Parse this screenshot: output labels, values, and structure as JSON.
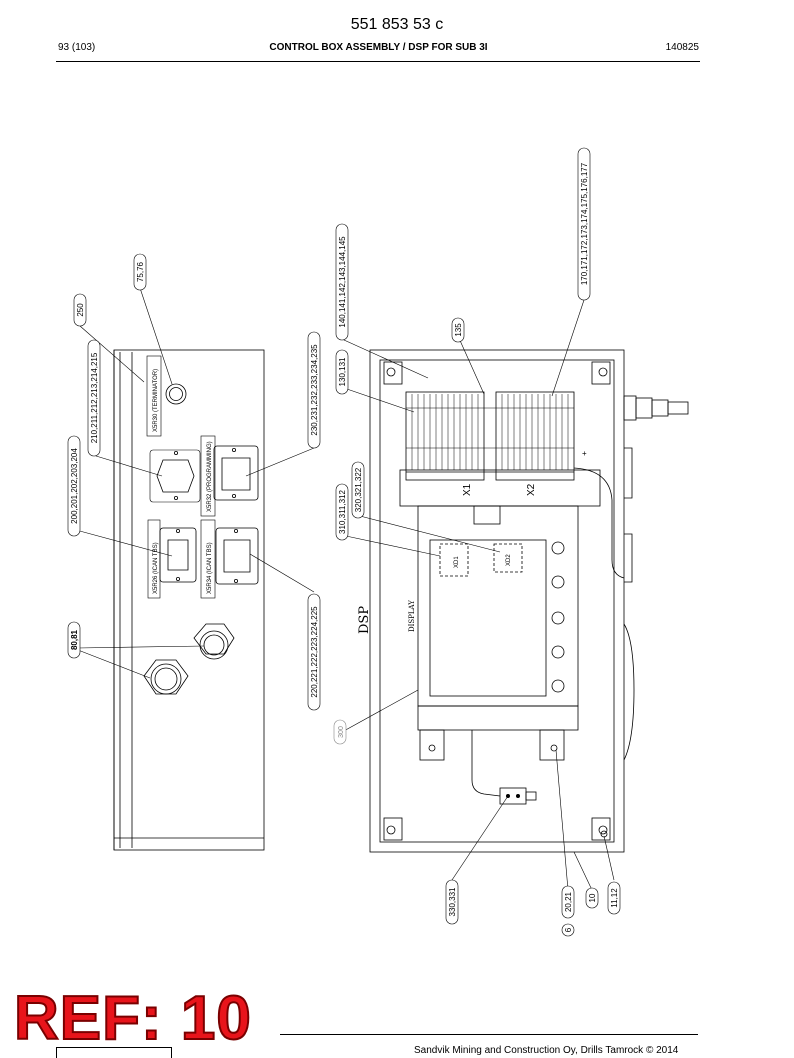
{
  "header": {
    "doc_number": "551 853 53 c",
    "page_index": "93 (103)",
    "title": "CONTROL BOX ASSEMBLY / DSP FOR SUB 3I",
    "date": "140825"
  },
  "drawing": {
    "left_panel": {
      "connector_labels": {
        "terminator": "X5R30 (TERMINATOR)",
        "programming": "X5R32 (PROGRAMMING)",
        "ican_left": "X5R26 (ICAN TBS)",
        "ican_right": "X5R34 (ICAN TBS)"
      }
    },
    "right_panel": {
      "title": "DSP",
      "display_label": "DISPLAY",
      "terminal_x1": "X1",
      "terminal_x2": "X2",
      "slot_xd1": "XD1",
      "slot_xd2": "XD2",
      "plus_mark": "+"
    },
    "callouts": {
      "c250": "250",
      "c7576": "75,76",
      "c210": "210,211,212,213,214,215",
      "c200": "200,201,202,203,204",
      "c8081": "80,81",
      "c230": "230,231,232,233,234,235",
      "c220": "220,221,222,223,224,225",
      "c140": "140,141,142,143,144,145",
      "c130": "130,131",
      "c135": "135",
      "c170": "170,171,172,173,174,175,176,177",
      "c310": "310,311,312",
      "c320": "320,321,322",
      "c300": "300",
      "c330": "330,331",
      "c2021": "20,21",
      "c10": "10",
      "c1112": "11,12",
      "c6": "6"
    }
  },
  "stamp": {
    "text": "REF: 10"
  },
  "footer": {
    "copyright": "Sandvik Mining and Construction Oy, Drills Tamrock © 2014"
  }
}
